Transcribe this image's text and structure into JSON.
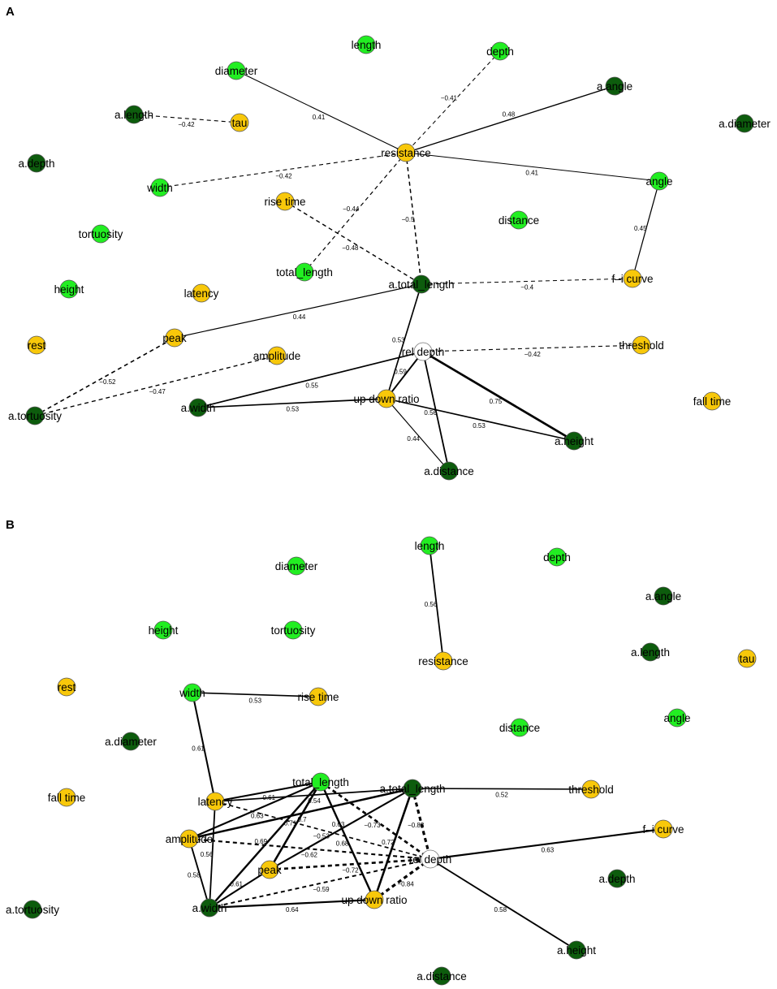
{
  "colors": {
    "axon": "#0d5c0d",
    "dendrite": "#22ee22",
    "electro": "#f8c80a",
    "rel_depth": "#ffffff"
  },
  "panels": [
    {
      "id": "A",
      "label": "A",
      "nodes": [
        {
          "id": "length",
          "label": "length",
          "type": "dendrite"
        },
        {
          "id": "depth",
          "label": "depth",
          "type": "dendrite"
        },
        {
          "id": "diameter",
          "label": "diameter",
          "type": "dendrite"
        },
        {
          "id": "a_angle",
          "label": "a.angle",
          "type": "axon"
        },
        {
          "id": "a_length",
          "label": "a.length",
          "type": "axon"
        },
        {
          "id": "tau",
          "label": "tau",
          "type": "electro"
        },
        {
          "id": "a_diameter",
          "label": "a.diameter",
          "type": "axon"
        },
        {
          "id": "resistance",
          "label": "resistance",
          "type": "electro"
        },
        {
          "id": "a_depth",
          "label": "a.depth",
          "type": "axon"
        },
        {
          "id": "width",
          "label": "width",
          "type": "dendrite"
        },
        {
          "id": "angle",
          "label": "angle",
          "type": "dendrite"
        },
        {
          "id": "rise_time",
          "label": "rise time",
          "type": "electro"
        },
        {
          "id": "distance",
          "label": "distance",
          "type": "dendrite"
        },
        {
          "id": "tortuosity",
          "label": "tortuosity",
          "type": "dendrite"
        },
        {
          "id": "total_length",
          "label": "total_length",
          "type": "dendrite"
        },
        {
          "id": "a_total_length",
          "label": "a.total_length",
          "type": "axon"
        },
        {
          "id": "fi_curve",
          "label": "f–i curve",
          "type": "electro"
        },
        {
          "id": "height",
          "label": "height",
          "type": "dendrite"
        },
        {
          "id": "latency",
          "label": "latency",
          "type": "electro"
        },
        {
          "id": "peak",
          "label": "peak",
          "type": "electro"
        },
        {
          "id": "rest",
          "label": "rest",
          "type": "electro"
        },
        {
          "id": "amplitude",
          "label": "amplitude",
          "type": "electro"
        },
        {
          "id": "rel_depth",
          "label": "rel depth",
          "type": "rel_depth"
        },
        {
          "id": "threshold",
          "label": "threshold",
          "type": "electro"
        },
        {
          "id": "up_down",
          "label": "up down ratio",
          "type": "electro"
        },
        {
          "id": "a_width",
          "label": "a.width",
          "type": "axon"
        },
        {
          "id": "fall_time",
          "label": "fall time",
          "type": "electro"
        },
        {
          "id": "a_tortuosity",
          "label": "a.tortuosity",
          "type": "axon"
        },
        {
          "id": "a_height",
          "label": "a.height",
          "type": "axon"
        },
        {
          "id": "a_distance",
          "label": "a.distance",
          "type": "axon"
        }
      ],
      "edges": [
        {
          "from": "a_length",
          "to": "tau",
          "weight": "−0.42"
        },
        {
          "from": "diameter",
          "to": "resistance",
          "weight": "0.41"
        },
        {
          "from": "depth",
          "to": "resistance",
          "weight": "−0.41"
        },
        {
          "from": "a_angle",
          "to": "resistance",
          "weight": "0.48"
        },
        {
          "from": "resistance",
          "to": "angle",
          "weight": "0.41"
        },
        {
          "from": "width",
          "to": "resistance",
          "weight": "−0.42"
        },
        {
          "from": "resistance",
          "to": "total_length",
          "weight": "−0.44"
        },
        {
          "from": "resistance",
          "to": "a_total_length",
          "weight": "−0.5"
        },
        {
          "from": "rise_time",
          "to": "a_total_length",
          "weight": "−0.48"
        },
        {
          "from": "angle",
          "to": "fi_curve",
          "weight": "0.45"
        },
        {
          "from": "a_total_length",
          "to": "fi_curve",
          "weight": "−0.4"
        },
        {
          "from": "peak",
          "to": "a_total_length",
          "weight": "0.44"
        },
        {
          "from": "a_total_length",
          "to": "up_down",
          "weight": "0.53"
        },
        {
          "from": "rel_depth",
          "to": "threshold",
          "weight": "−0.42"
        },
        {
          "from": "a_tortuosity",
          "to": "peak",
          "weight": "−0.52"
        },
        {
          "from": "a_tortuosity",
          "to": "amplitude",
          "weight": "−0.47"
        },
        {
          "from": "a_width",
          "to": "rel_depth",
          "weight": "0.55"
        },
        {
          "from": "rel_depth",
          "to": "up_down",
          "weight": "0.59"
        },
        {
          "from": "a_width",
          "to": "up_down",
          "weight": "0.53"
        },
        {
          "from": "rel_depth",
          "to": "a_height",
          "weight": "0.75"
        },
        {
          "from": "rel_depth",
          "to": "a_distance",
          "weight": "0.56"
        },
        {
          "from": "up_down",
          "to": "a_height",
          "weight": "0.53"
        },
        {
          "from": "up_down",
          "to": "a_distance",
          "weight": "0.44"
        }
      ]
    },
    {
      "id": "B",
      "label": "B",
      "nodes": [
        {
          "id": "length",
          "label": "length",
          "type": "dendrite"
        },
        {
          "id": "diameter",
          "label": "diameter",
          "type": "dendrite"
        },
        {
          "id": "depth",
          "label": "depth",
          "type": "dendrite"
        },
        {
          "id": "a_angle",
          "label": "a.angle",
          "type": "axon"
        },
        {
          "id": "height",
          "label": "height",
          "type": "dendrite"
        },
        {
          "id": "tortuosity",
          "label": "tortuosity",
          "type": "dendrite"
        },
        {
          "id": "resistance",
          "label": "resistance",
          "type": "electro"
        },
        {
          "id": "a_length",
          "label": "a.length",
          "type": "axon"
        },
        {
          "id": "tau",
          "label": "tau",
          "type": "electro"
        },
        {
          "id": "rest",
          "label": "rest",
          "type": "electro"
        },
        {
          "id": "width",
          "label": "width",
          "type": "dendrite"
        },
        {
          "id": "rise_time",
          "label": "rise time",
          "type": "electro"
        },
        {
          "id": "angle",
          "label": "angle",
          "type": "dendrite"
        },
        {
          "id": "distance",
          "label": "distance",
          "type": "dendrite"
        },
        {
          "id": "a_diameter",
          "label": "a.diameter",
          "type": "axon"
        },
        {
          "id": "fall_time",
          "label": "fall time",
          "type": "electro"
        },
        {
          "id": "total_length",
          "label": "total_length",
          "type": "dendrite"
        },
        {
          "id": "a_total_length",
          "label": "a.total_length",
          "type": "axon"
        },
        {
          "id": "threshold",
          "label": "threshold",
          "type": "electro"
        },
        {
          "id": "latency",
          "label": "latency",
          "type": "electro"
        },
        {
          "id": "amplitude",
          "label": "amplitude",
          "type": "electro"
        },
        {
          "id": "fi_curve",
          "label": "f–i curve",
          "type": "electro"
        },
        {
          "id": "rel_depth",
          "label": "rel depth",
          "type": "rel_depth"
        },
        {
          "id": "peak",
          "label": "peak",
          "type": "electro"
        },
        {
          "id": "a_depth",
          "label": "a.depth",
          "type": "axon"
        },
        {
          "id": "up_down",
          "label": "up down ratio",
          "type": "electro"
        },
        {
          "id": "a_width",
          "label": "a.width",
          "type": "axon"
        },
        {
          "id": "a_tortuosity",
          "label": "a.tortuosity",
          "type": "axon"
        },
        {
          "id": "a_height",
          "label": "a.height",
          "type": "axon"
        },
        {
          "id": "a_distance",
          "label": "a.distance",
          "type": "axon"
        }
      ],
      "edges": [
        {
          "from": "length",
          "to": "resistance",
          "weight": "0.56"
        },
        {
          "from": "width",
          "to": "rise_time",
          "weight": "0.53"
        },
        {
          "from": "width",
          "to": "latency",
          "weight": "0.61"
        },
        {
          "from": "latency",
          "to": "total_length",
          "weight": "0.61"
        },
        {
          "from": "latency",
          "to": "a_total_length",
          "weight": "0.54"
        },
        {
          "from": "amplitude",
          "to": "total_length",
          "weight": "0.63"
        },
        {
          "from": "amplitude",
          "to": "a_total_length",
          "weight": "0.7"
        },
        {
          "from": "latency",
          "to": "a_width",
          "weight": "0.56"
        },
        {
          "from": "amplitude",
          "to": "a_width",
          "weight": "0.58"
        },
        {
          "from": "latency",
          "to": "rel_depth",
          "weight": "−0.53"
        },
        {
          "from": "amplitude",
          "to": "rel_depth",
          "weight": "−0.62"
        },
        {
          "from": "total_length",
          "to": "peak",
          "weight": "0.71"
        },
        {
          "from": "total_length",
          "to": "a_width",
          "weight": "0.69"
        },
        {
          "from": "total_length",
          "to": "up_down",
          "weight": "0.68"
        },
        {
          "from": "total_length",
          "to": "rel_depth",
          "weight": "−0.73"
        },
        {
          "from": "a_total_length",
          "to": "peak",
          "weight": "0.63"
        },
        {
          "from": "a_total_length",
          "to": "up_down",
          "weight": "0.72"
        },
        {
          "from": "a_total_length",
          "to": "rel_depth",
          "weight": "−0.83"
        },
        {
          "from": "a_total_length",
          "to": "threshold",
          "weight": "0.52"
        },
        {
          "from": "peak",
          "to": "rel_depth",
          "weight": "−0.72"
        },
        {
          "from": "a_width",
          "to": "rel_depth",
          "weight": "−0.59"
        },
        {
          "from": "up_down",
          "to": "rel_depth",
          "weight": "−0.84"
        },
        {
          "from": "peak",
          "to": "a_width",
          "weight": "0.61"
        },
        {
          "from": "a_width",
          "to": "up_down",
          "weight": "0.64"
        },
        {
          "from": "rel_depth",
          "to": "fi_curve",
          "weight": "0.63"
        },
        {
          "from": "rel_depth",
          "to": "a_height",
          "weight": "0.58"
        }
      ]
    }
  ]
}
